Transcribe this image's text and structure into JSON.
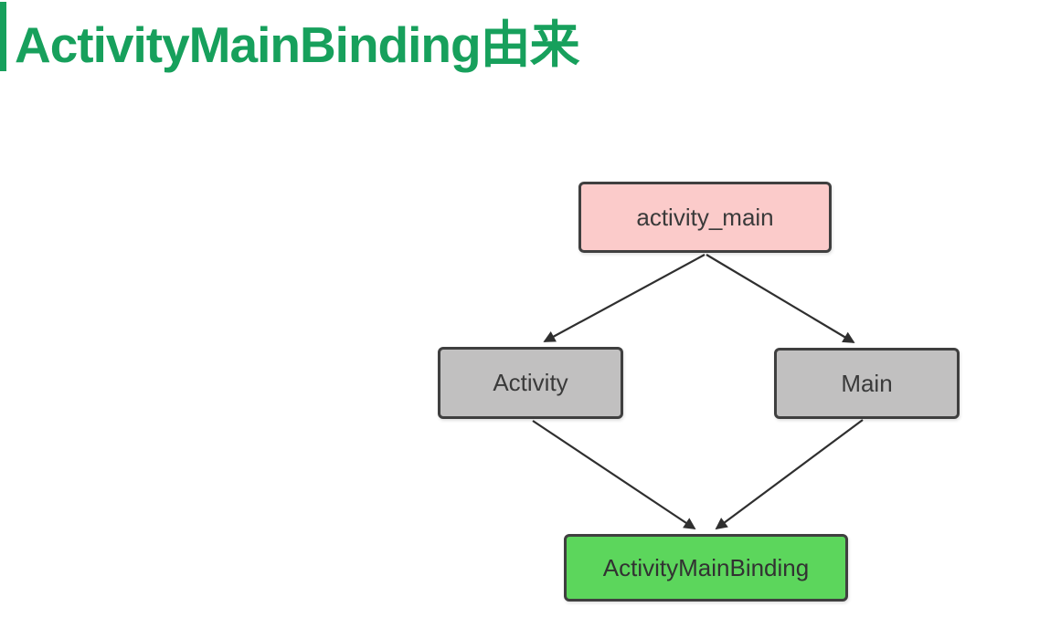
{
  "header": {
    "title": "ActivityMainBinding由来",
    "accent_color": "#17a05c"
  },
  "diagram": {
    "type": "flowchart",
    "nodes": [
      {
        "id": "activity_main",
        "label": "activity_main",
        "fill": "#fbcbca",
        "border": "#3f3f3f",
        "role": "layout-xml-file"
      },
      {
        "id": "activity",
        "label": "Activity",
        "fill": "#c1c0c0",
        "border": "#3f3f3f",
        "role": "name-part-1"
      },
      {
        "id": "main",
        "label": "Main",
        "fill": "#c1c0c0",
        "border": "#3f3f3f",
        "role": "name-part-2"
      },
      {
        "id": "activity_main_binding",
        "label": "ActivityMainBinding",
        "fill": "#5cd65c",
        "border": "#3f3f3f",
        "role": "generated-binding-class"
      }
    ],
    "edges": [
      {
        "from": "activity_main",
        "to": "activity"
      },
      {
        "from": "activity_main",
        "to": "main"
      },
      {
        "from": "activity",
        "to": "activity_main_binding"
      },
      {
        "from": "main",
        "to": "activity_main_binding"
      }
    ],
    "edge_color": "#2f2f2f"
  }
}
